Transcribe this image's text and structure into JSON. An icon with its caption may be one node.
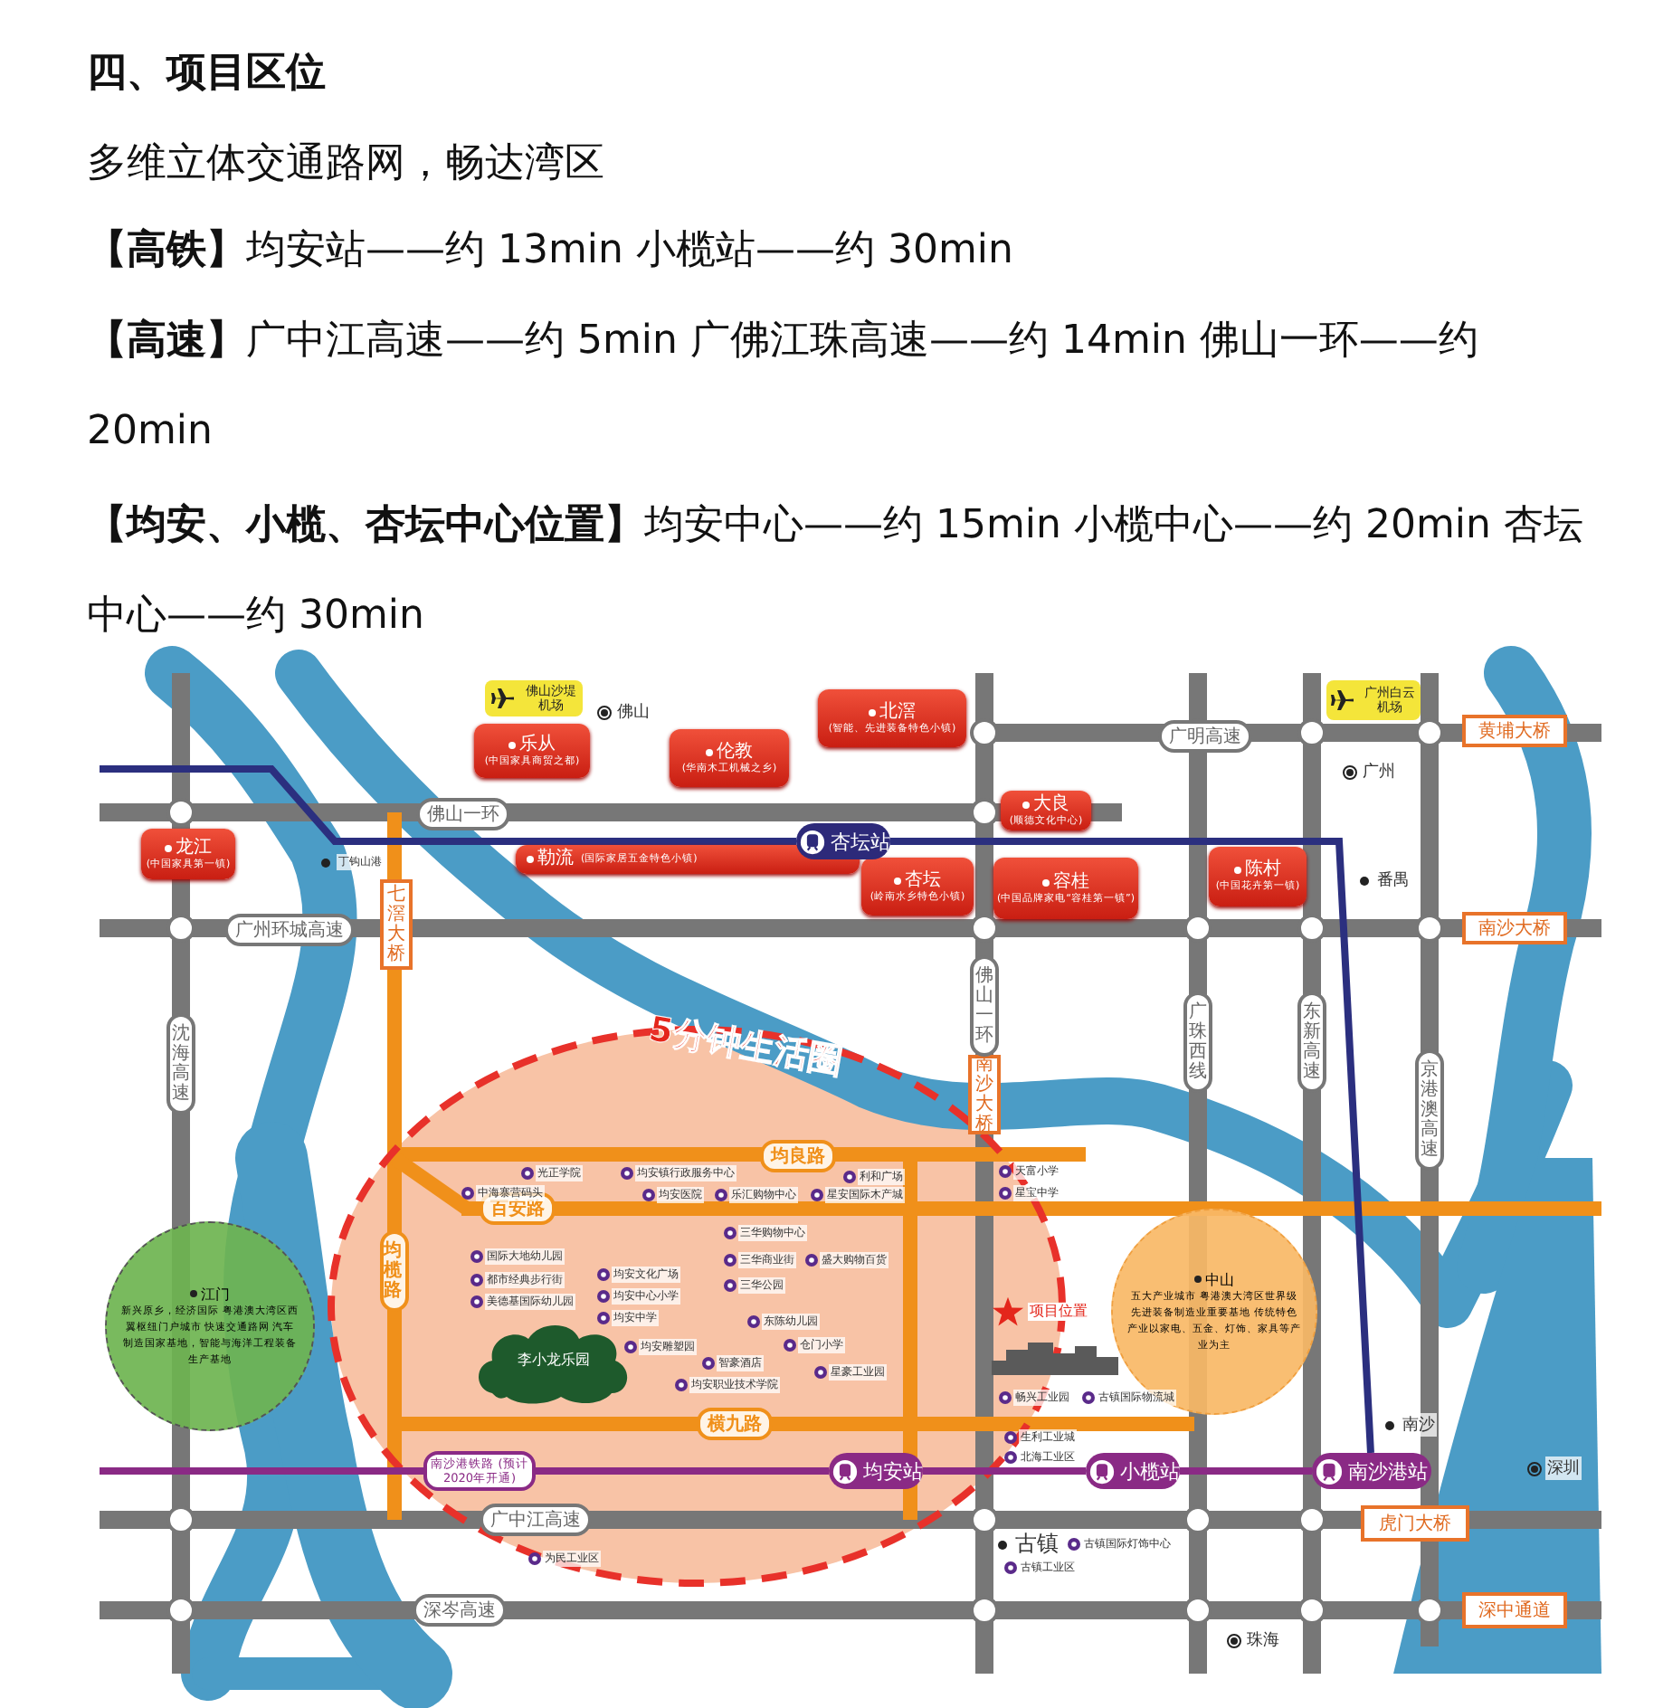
{
  "diagram": {
    "title": "四、项目区位",
    "nodes": [
      {
        "text": [
          "佛山沙堤机场"
        ]
      },
      {
        "text": [
          "乐从",
          "(中国家具商贸之都)"
        ]
      },
      {
        "text": [
          "伦教",
          "(华南木工机械之乡)"
        ]
      },
      {
        "text": [
          "北滘",
          "(智能、先进装备特色小镇)"
        ]
      },
      {
        "text": [
          "大良",
          "(顺德文化中心)"
        ]
      },
      {
        "text": [
          "龙江",
          "(中国家具第一镇)"
        ]
      },
      {
        "text": [
          "勒流",
          "(国际家居五金特色小镇)"
        ]
      },
      {
        "text": [
          "杏坛",
          "(岭南水乡特色小镇)"
        ]
      },
      {
        "text": [
          "容桂",
          "(中国品牌家电“容桂第一镇”)"
        ]
      },
      {
        "text": [
          "陈村",
          "(中国花卉第一镇)"
        ]
      },
      {
        "text": [
          "广州白云机场"
        ]
      },
      {
        "text": [
          "黄埔大桥"
        ]
      },
      {
        "text": [
          "南沙大桥"
        ]
      },
      {
        "text": [
          "七滘大桥"
        ]
      },
      {
        "text": [
          "南沙大桥"
        ]
      },
      {
        "text": [
          "杏坛站"
        ]
      },
      {
        "text": [
          "均安站"
        ]
      },
      {
        "text": [
          "小榄站"
        ]
      },
      {
        "text": [
          "南沙港站"
        ]
      },
      {
        "text": [
          "虎门大桥"
        ]
      },
      {
        "text": [
          "深中通道"
        ]
      },
      {
        "text": [
          "江门",
          "新兴原乡，经济国际 粤港澳大湾区西翼枢纽门户城市 快速交通路网 汽车制造国家基地，智能与海洋工程装备生产基地"
        ]
      },
      {
        "text": [
          "中山",
          "五大产业城市 粤港澳大湾区世界级先进装备制造业重要基地 传统特色产业以家电、五金、灯饰、家具等产业为主"
        ]
      },
      {
        "text": [
          "项目位置"
        ]
      },
      {
        "text": [
          "李小龙乐园"
        ]
      }
    ],
    "edges": [
      {
        "from": null,
        "to": 15,
        "arrow": "none",
        "color": "#2b2f7f"
      },
      {
        "from": 15,
        "to": 18,
        "arrow": "none",
        "color": "#2b2f7f"
      },
      {
        "from": null,
        "to": 16,
        "arrow": "none",
        "label": "南沙港铁路 (预计2020年开通)"
      },
      {
        "from": 16,
        "to": 17,
        "arrow": "none"
      },
      {
        "from": 17,
        "to": 18,
        "arrow": "none"
      }
    ],
    "labels": [
      "多维立体交通路网，畅达湾区",
      "**【高铁】**均安站——约 13min 小榄站——约 30min",
      "**【高速】**广中江高速——约 5min 广佛江珠高速——约 14min 佛山一环——约 20min",
      "**【均安、小榄、杏坛中心位置】**均安中心——约 15min 小榄中心——约 20min 杏坛中心——约 30min",
      "佛山一环",
      "广州环城高速",
      "沈海高速",
      "丁钩山港",
      "佛山一环",
      "广明高速",
      "广珠西线",
      "东新高速",
      "京港澳高速",
      "5分钟生活圈",
      "均良路",
      "百安路",
      "均榄路",
      "横九路",
      "广中江高速",
      "深岑高速",
      "佛山",
      "广州",
      "番禺",
      "南沙",
      "深圳",
      "珠海",
      "古镇",
      "光正学院",
      "均安镇行政服务中心",
      "利和广场",
      "中海寨营码头",
      "均安医院",
      "乐汇购物中心",
      "星安国际木产城",
      "国际大地幼儿园",
      "都市经典步行街",
      "美德基国际幼儿园",
      "均安文化广场",
      "均安中心小学",
      "均安中学",
      "均安雕塑园",
      "智豪酒店",
      "均安职业技术学院",
      "三华购物中心",
      "三华商业街",
      "盛大购物百货",
      "三华公园",
      "东陈幼儿园",
      "仓门小学",
      "星豪工业园",
      "天富小学",
      "星宝中学",
      "畅兴工业园",
      "古镇国际物流城",
      "生利工业城",
      "北海工业区",
      "古镇国际灯饰中心",
      "古镇工业区",
      "为民工业区"
    ]
  }
}
